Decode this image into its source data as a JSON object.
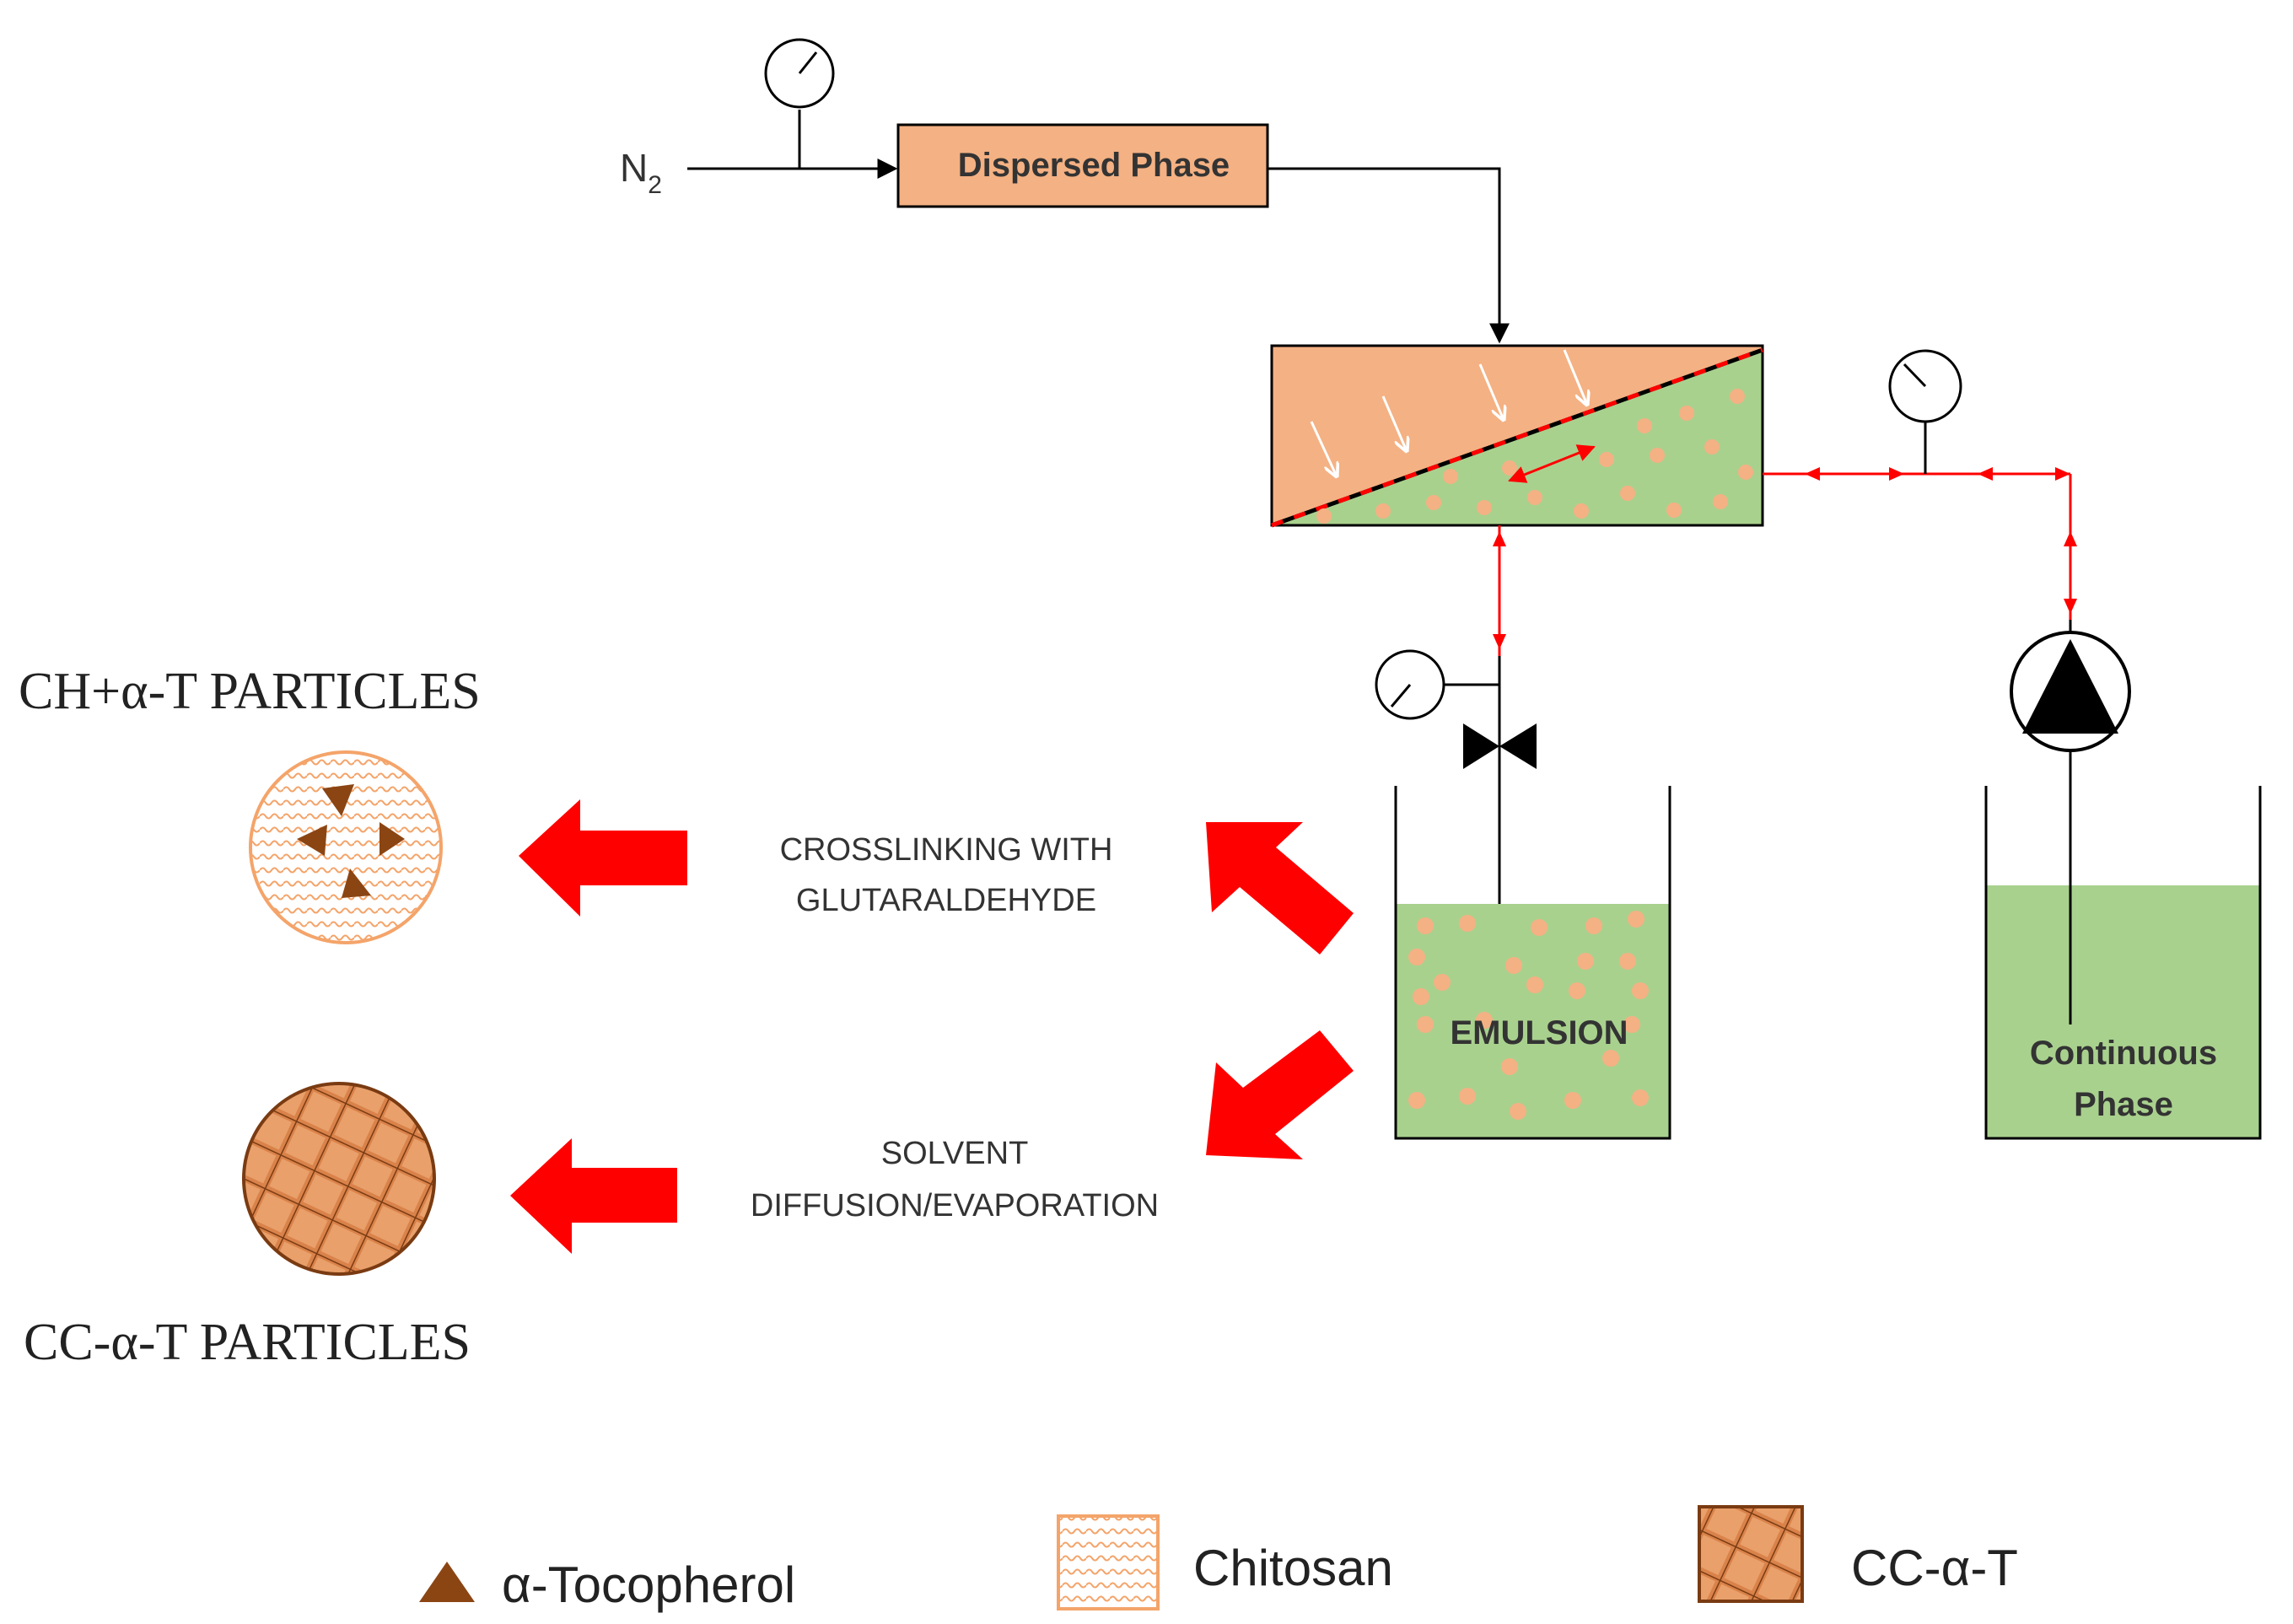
{
  "feed": {
    "gas_symbol": "N",
    "gas_subscript": "2",
    "dispersed_phase_label": "Dispersed Phase"
  },
  "process": {
    "emulsion_label": "EMULSION",
    "continuous_phase_line1": "Continuous",
    "continuous_phase_line2": "Phase"
  },
  "routes": {
    "crosslinking_line1": "CROSSLINKING WITH",
    "crosslinking_line2": "GLUTARALDEHYDE",
    "solvent_line1": "SOLVENT",
    "solvent_line2": "DIFFUSION/EVAPORATION"
  },
  "products": {
    "ch_particles_title": "CH+α-T PARTICLES",
    "cc_particles_title": "CC-α-T PARTICLES"
  },
  "legend": {
    "tocopherol_label": "α-Tocopherol",
    "chitosan_label": "Chitosan",
    "cc_label": "CC-α-T"
  },
  "colors": {
    "dispersed_phase_fill": "#f4b183",
    "continuous_phase_fill": "#a9d18e",
    "droplet_fill": "#f4b183",
    "flow_arrow_red": "#ff0000",
    "tocopherol_brown": "#8b4513",
    "cc_particle_fill": "#d9824a",
    "line_black": "#000000"
  }
}
